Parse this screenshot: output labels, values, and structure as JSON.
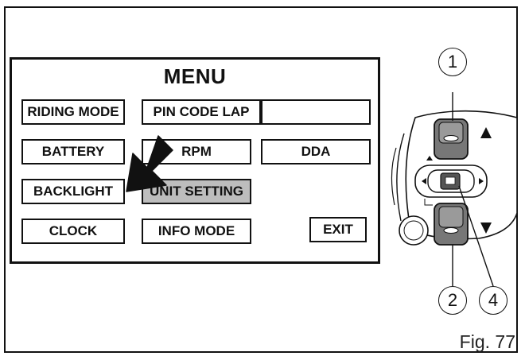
{
  "menu": {
    "title": "MENU",
    "items": [
      {
        "label": "RIDING MODE"
      },
      {
        "label": "PIN CODE LAP"
      },
      {
        "label": ""
      },
      {
        "label": "BATTERY"
      },
      {
        "label": "RPM"
      },
      {
        "label": "DDA"
      },
      {
        "label": "BACKLIGHT"
      },
      {
        "label": "UNIT SETTING"
      },
      {
        "label": "CLOCK"
      },
      {
        "label": "INFO MODE"
      },
      {
        "label": "EXIT"
      }
    ],
    "selected_item": "UNIT SETTING"
  },
  "callouts": [
    "1",
    "2",
    "4"
  ],
  "figure_caption": "Fig. 77",
  "colors": {
    "selected_fill": "#bdbdbd",
    "ink": "#111111"
  },
  "icons": [
    "pointer-arrow-icon",
    "triangle-up-icon",
    "triangle-down-icon",
    "left-arrow-icon",
    "right-arrow-icon"
  ]
}
